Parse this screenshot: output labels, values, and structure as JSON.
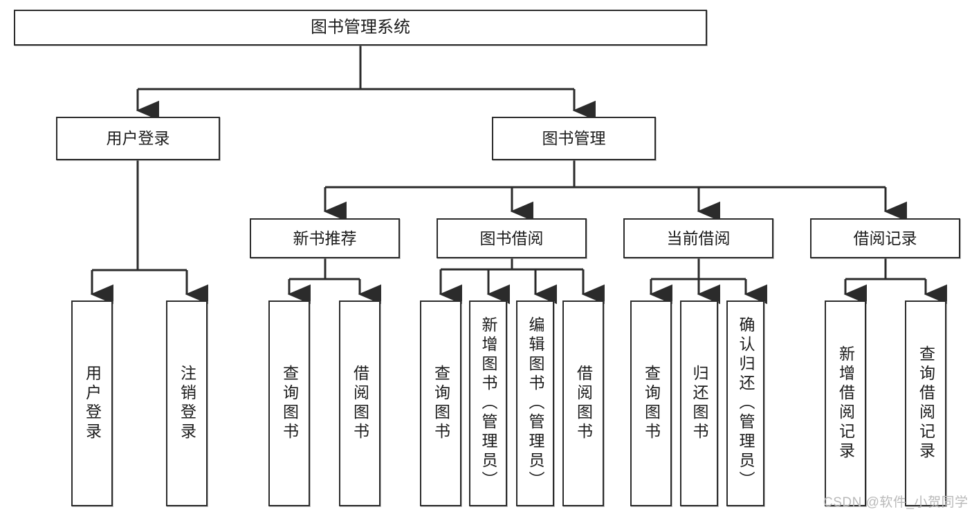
{
  "diagram": {
    "title": "图书管理系统",
    "type": "hierarchy-tree",
    "background_color": "#ffffff",
    "box_border_color": "#2b2b2b",
    "text_color": "#1b1b1b",
    "connector_color": "#2b2b2b"
  },
  "watermark": {
    "text": "CSDN @软件_小贺同学",
    "color": "#b9b9b9"
  },
  "nodes": {
    "root": {
      "label": "图书管理系统"
    },
    "level2": [
      {
        "id": "user-login",
        "label": "用户登录"
      },
      {
        "id": "book-management",
        "label": "图书管理"
      }
    ],
    "level3": [
      {
        "id": "new-book-recommend",
        "label": "新书推荐"
      },
      {
        "id": "book-borrow",
        "label": "图书借阅"
      },
      {
        "id": "current-borrow",
        "label": "当前借阅"
      },
      {
        "id": "borrow-record",
        "label": "借阅记录"
      }
    ],
    "leaves": {
      "user_login": [
        {
          "id": "leaf-user-login",
          "label": "用户登录"
        },
        {
          "id": "leaf-logout-login",
          "label": "注销登录"
        }
      ],
      "new_book_recommend": [
        {
          "id": "leaf-query-book-1",
          "label": "查询图书"
        },
        {
          "id": "leaf-borrow-book-1",
          "label": "借阅图书"
        }
      ],
      "book_borrow": [
        {
          "id": "leaf-query-book-2",
          "label": "查询图书"
        },
        {
          "id": "leaf-add-book",
          "label": "新增图书（管理员）"
        },
        {
          "id": "leaf-edit-book",
          "label": "编辑图书（管理员）"
        },
        {
          "id": "leaf-borrow-book-2",
          "label": "借阅图书"
        }
      ],
      "current_borrow": [
        {
          "id": "leaf-query-book-3",
          "label": "查询图书"
        },
        {
          "id": "leaf-return-book",
          "label": "归还图书"
        },
        {
          "id": "leaf-confirm-return",
          "label": "确认归还（管理员）"
        }
      ],
      "borrow_record": [
        {
          "id": "leaf-add-record",
          "label": "新增借阅记录"
        },
        {
          "id": "leaf-query-record",
          "label": "查询借阅记录"
        }
      ]
    }
  }
}
